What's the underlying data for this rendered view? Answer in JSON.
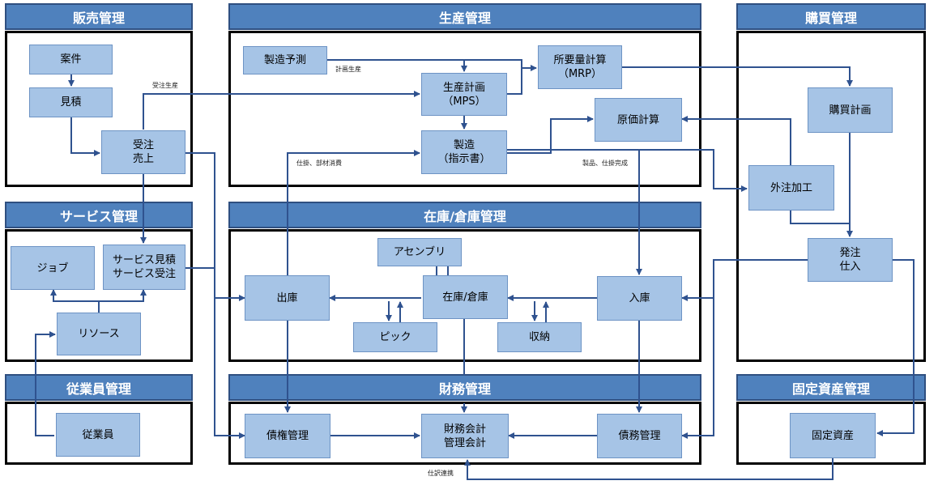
{
  "groups": {
    "sales": "販売管理",
    "production": "生産管理",
    "purchasing": "購買管理",
    "service": "サービス管理",
    "inventory": "在庫/倉庫管理",
    "employee": "従業員管理",
    "finance": "財務管理",
    "fixed_assets": "固定資産管理"
  },
  "nodes": {
    "deal": "案件",
    "quote": "見積",
    "order": "受注\n売上",
    "job": "ジョブ",
    "service_quote": "サービス見積\nサービス受注",
    "resource": "リソース",
    "employee": "従業員",
    "forecast": "製造予測",
    "mps": "生産計画\n（MPS）",
    "mrp": "所要量計算\n（MRP）",
    "manufacture": "製造\n（指示書）",
    "cost": "原価計算",
    "purchase_plan": "購買計画",
    "outsourcing": "外注加工",
    "po": "発注\n仕入",
    "assembly": "アセンブリ",
    "shipping": "出庫",
    "stock": "在庫/倉庫",
    "receiving": "入庫",
    "pick": "ピック",
    "putaway": "収納",
    "receivables": "債権管理",
    "accounting": "財務会計\n管理会計",
    "payables": "債務管理",
    "asset": "固定資産"
  },
  "labels": {
    "order_production": "受注生産",
    "planned_production": "計画生産",
    "wip_consumption": "仕掛、部材消費",
    "product_wip_done": "製品、仕掛完成",
    "journal_link": "仕訳連携"
  },
  "colors": {
    "header": "#4f81bd",
    "node": "#a6c4e6",
    "line": "#2f528f"
  }
}
